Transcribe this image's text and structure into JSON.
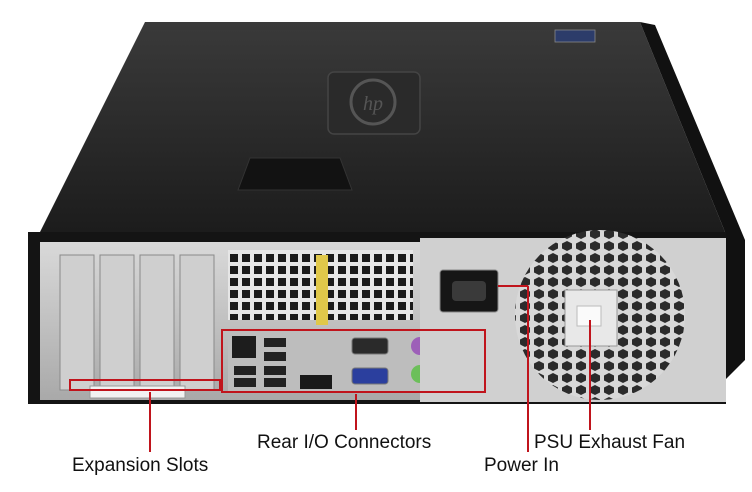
{
  "figure": {
    "subject": "HP desktop computer rear panel",
    "logo_text": "hp",
    "highlight_color": "#c0141c",
    "callouts": {
      "expansion_slots": "Expansion Slots",
      "rear_io": "Rear I/O Connectors",
      "power_in": "Power In",
      "psu_fan": "PSU Exhaust Fan"
    }
  }
}
